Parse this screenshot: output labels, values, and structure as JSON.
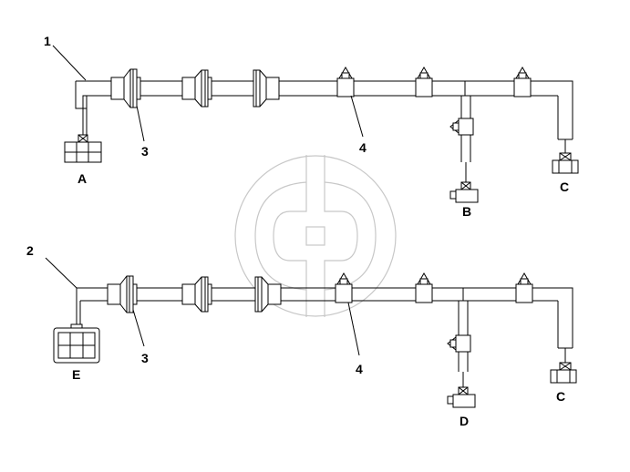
{
  "watermark": {
    "name": "logo-watermark",
    "color": "#c8c8c8"
  },
  "harness_1": {
    "number": "1",
    "grommet_label": "3",
    "clip_label": "4",
    "connectors": {
      "left": "A",
      "branch": "B",
      "right": "C"
    }
  },
  "harness_2": {
    "number": "2",
    "grommet_label": "3",
    "clip_label": "4",
    "connectors": {
      "left": "E",
      "branch": "D",
      "right": "C"
    }
  }
}
